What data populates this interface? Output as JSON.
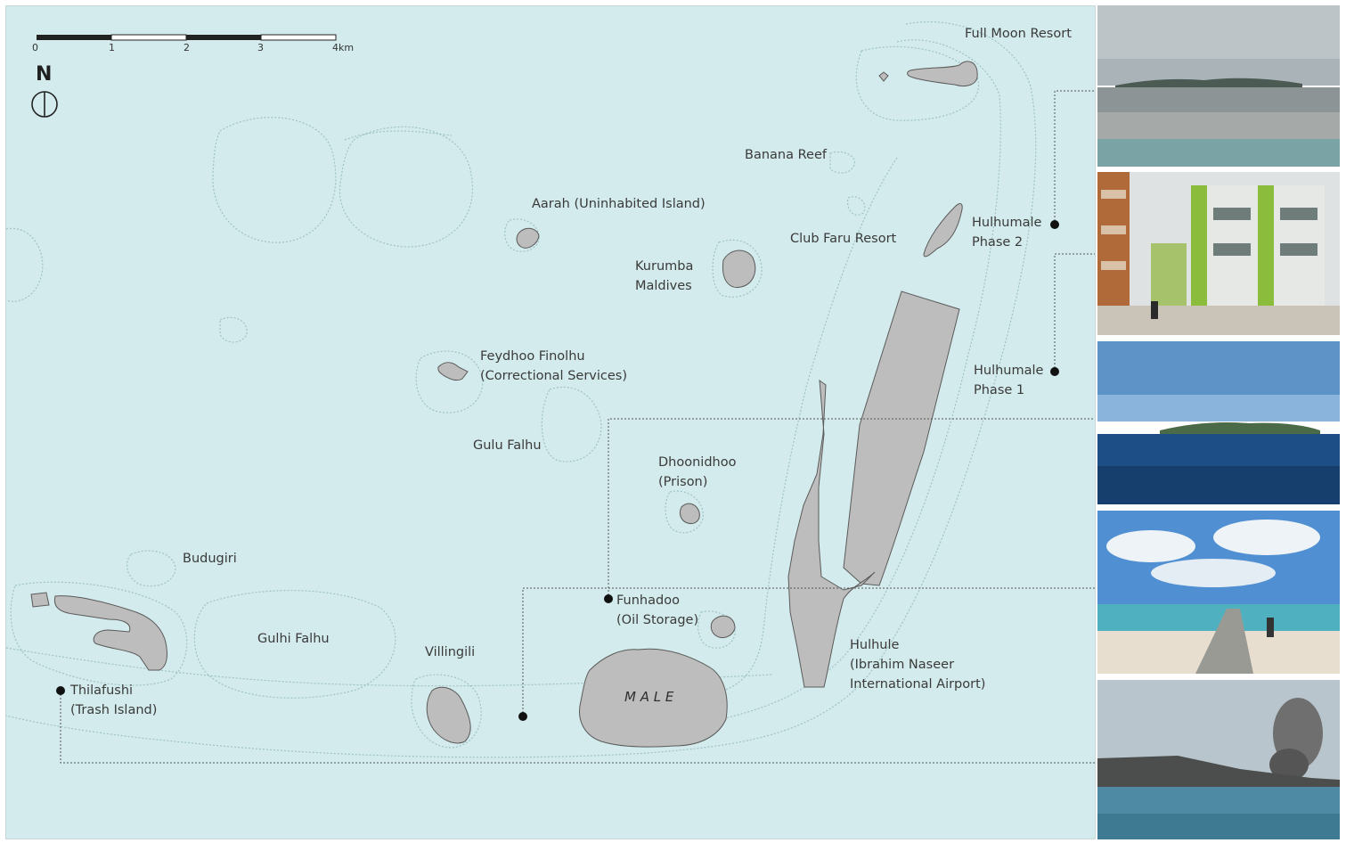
{
  "scale": {
    "ticks": [
      "0",
      "1",
      "2",
      "3",
      "4km"
    ]
  },
  "north": {
    "letter": "N",
    "icon": "north-arrow-icon"
  },
  "places": [
    {
      "id": "full-moon-resort",
      "lines": [
        "Full Moon Resort"
      ]
    },
    {
      "id": "banana-reef",
      "lines": [
        "Banana Reef"
      ]
    },
    {
      "id": "aarah",
      "lines": [
        "Aarah (Uninhabited Island)"
      ]
    },
    {
      "id": "club-faru-resort",
      "lines": [
        "Club Faru Resort"
      ]
    },
    {
      "id": "hulhumale-phase-2",
      "lines": [
        "Hulhumale",
        "Phase 2"
      ]
    },
    {
      "id": "kurumba",
      "lines": [
        "Kurumba",
        "Maldives"
      ]
    },
    {
      "id": "feydhoo-finolhu",
      "lines": [
        "Feydhoo Finolhu",
        "(Correctional Services)"
      ]
    },
    {
      "id": "hulhumale-phase-1",
      "lines": [
        "Hulhumale",
        "Phase 1"
      ]
    },
    {
      "id": "gulu-falhu",
      "lines": [
        "Gulu Falhu"
      ]
    },
    {
      "id": "dhoonidhoo",
      "lines": [
        "Dhoonidhoo",
        "(Prison)"
      ]
    },
    {
      "id": "budugiri",
      "lines": [
        "Budugiri"
      ]
    },
    {
      "id": "funhadoo",
      "lines": [
        "Funhadoo",
        "(Oil Storage)"
      ]
    },
    {
      "id": "gulhi-falhu",
      "lines": [
        "Gulhi Falhu"
      ]
    },
    {
      "id": "villingili",
      "lines": [
        "Villingili"
      ]
    },
    {
      "id": "hulhule",
      "lines": [
        "Hulhule",
        "(Ibrahim Naseer",
        "International Airport)"
      ]
    },
    {
      "id": "thilafushi",
      "lines": [
        "Thilafushi",
        "(Trash Island)"
      ]
    },
    {
      "id": "male",
      "lines": [
        "M A L E"
      ]
    }
  ],
  "photos": [
    {
      "id": "photo-hulhumale-phase-2-site",
      "subject": "distant island on sand flat"
    },
    {
      "id": "photo-hulhumale-apartments",
      "subject": "green apartment blocks"
    },
    {
      "id": "photo-funhadoo-island",
      "subject": "island across blue sea"
    },
    {
      "id": "photo-male-beach",
      "subject": "beach with jetty and swimmers"
    },
    {
      "id": "photo-thilafushi-smoke",
      "subject": "shoreline with smoke plume"
    }
  ],
  "colors": {
    "water": "#d3ebec",
    "land": "#bdbdbd",
    "land_stroke": "#5a5a5a",
    "reef": "#9fc2c6",
    "text": "#3a3a3a",
    "marker": "#111111"
  }
}
